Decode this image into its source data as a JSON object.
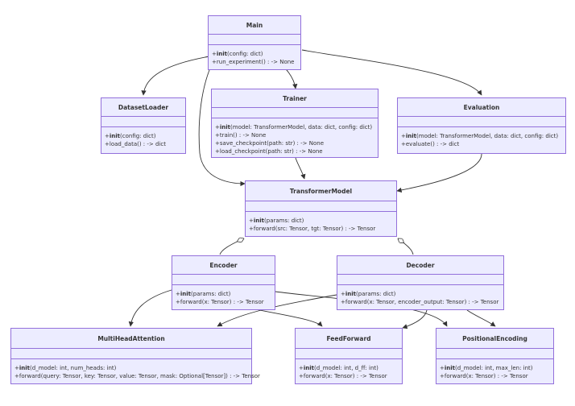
{
  "classes": {
    "main": {
      "name": "Main",
      "methods": [
        {
          "bold": "init",
          "rest": "(config: dict)"
        },
        {
          "bold": "",
          "rest": "run_experiment() : -> None"
        }
      ]
    },
    "datasetloader": {
      "name": "DatasetLoader",
      "methods": [
        {
          "bold": "init",
          "rest": "(config: dict)"
        },
        {
          "bold": "",
          "rest": "load_data() : -> dict"
        }
      ]
    },
    "trainer": {
      "name": "Trainer",
      "methods": [
        {
          "bold": "init",
          "rest": "(model: TransformerModel, data: dict, config: dict)"
        },
        {
          "bold": "",
          "rest": "train() : -> None"
        },
        {
          "bold": "",
          "rest": "save_checkpoint(path: str) : -> None"
        },
        {
          "bold": "",
          "rest": "load_checkpoint(path: str) : -> None"
        }
      ]
    },
    "evaluation": {
      "name": "Evaluation",
      "methods": [
        {
          "bold": "init",
          "rest": "(model: TransformerModel, data: dict, config: dict)"
        },
        {
          "bold": "",
          "rest": "evaluate() : -> dict"
        }
      ]
    },
    "transformer": {
      "name": "TransformerModel",
      "methods": [
        {
          "bold": "init",
          "rest": "(params: dict)"
        },
        {
          "bold": "",
          "rest": "forward(src: Tensor, tgt: Tensor) : -> Tensor"
        }
      ]
    },
    "encoder": {
      "name": "Encoder",
      "methods": [
        {
          "bold": "init",
          "rest": "(params: dict)"
        },
        {
          "bold": "",
          "rest": "forward(x: Tensor) : -> Tensor"
        }
      ]
    },
    "decoder": {
      "name": "Decoder",
      "methods": [
        {
          "bold": "init",
          "rest": "(params: dict)"
        },
        {
          "bold": "",
          "rest": "forward(x: Tensor, encoder_output: Tensor) : -> Tensor"
        }
      ]
    },
    "mha": {
      "name": "MultiHeadAttention",
      "methods": [
        {
          "bold": "init",
          "rest": "(d_model: int, num_heads: int)"
        },
        {
          "bold": "",
          "rest": "forward(query: Tensor, key: Tensor, value: Tensor, mask: Optional[Tensor]) : -> Tensor"
        }
      ]
    },
    "feedforward": {
      "name": "FeedForward",
      "methods": [
        {
          "bold": "init",
          "rest": "(d_model: int, d_ff: int)"
        },
        {
          "bold": "",
          "rest": "forward(x: Tensor) : -> Tensor"
        }
      ]
    },
    "posenc": {
      "name": "PositionalEncoding",
      "methods": [
        {
          "bold": "init",
          "rest": "(d_model: int, max_len: int)"
        },
        {
          "bold": "",
          "rest": "forward(x: Tensor) : -> Tensor"
        }
      ]
    }
  },
  "colors": {
    "fill": "#ececff",
    "border": "#9370db",
    "edge": "#333333"
  }
}
